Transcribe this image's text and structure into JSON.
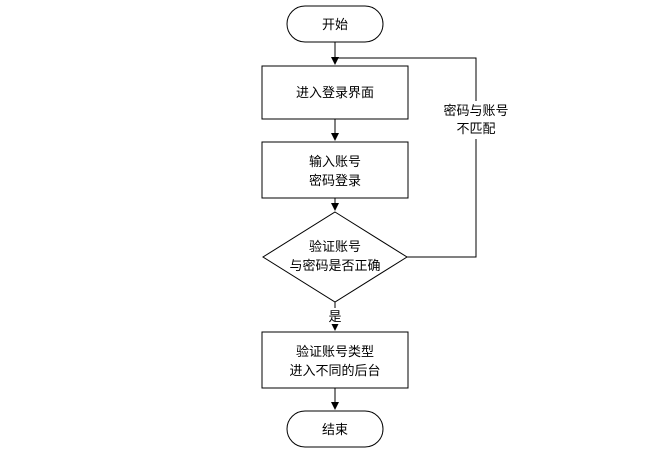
{
  "flowchart": {
    "start_label": "开始",
    "enter_login_label": "进入登录界面",
    "input_account_line1": "输入账号",
    "input_account_line2": "密码登录",
    "verify_line1": "验证账号",
    "verify_line2": "与密码是否正确",
    "verify_type_line1": "验证账号类型",
    "verify_type_line2": "进入不同的后台",
    "end_label": "结束",
    "yes_label": "是",
    "mismatch_line1": "密码与账号",
    "mismatch_line2": "不匹配"
  }
}
